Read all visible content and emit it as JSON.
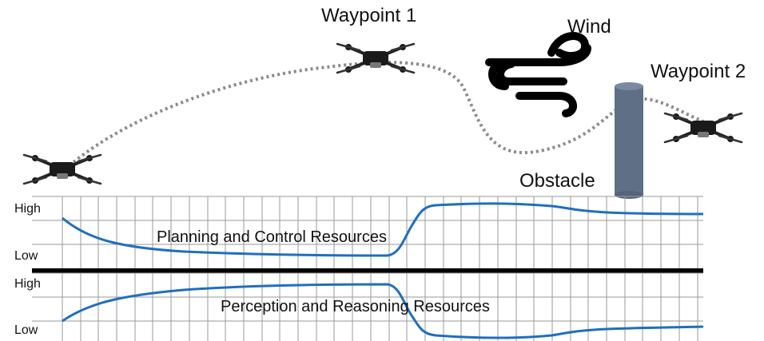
{
  "scene": {
    "waypoint1_label": "Waypoint 1",
    "waypoint2_label": "Waypoint 2",
    "wind_label": "Wind",
    "obstacle_label": "Obstacle",
    "icons": [
      "drone-icon",
      "wind-icon",
      "obstacle-pillar"
    ]
  },
  "charts": {
    "top": {
      "high_label": "High",
      "low_label": "Low",
      "title": "Planning and Control Resources"
    },
    "bottom": {
      "high_label": "High",
      "low_label": "Low",
      "title": "Perception and Reasoning Resources"
    }
  },
  "colors": {
    "curve": "#1f6fbf",
    "grid": "#9a9a9a",
    "path": "#8a8a8a",
    "obstacle": "#5f6f86",
    "divider": "#000000"
  }
}
